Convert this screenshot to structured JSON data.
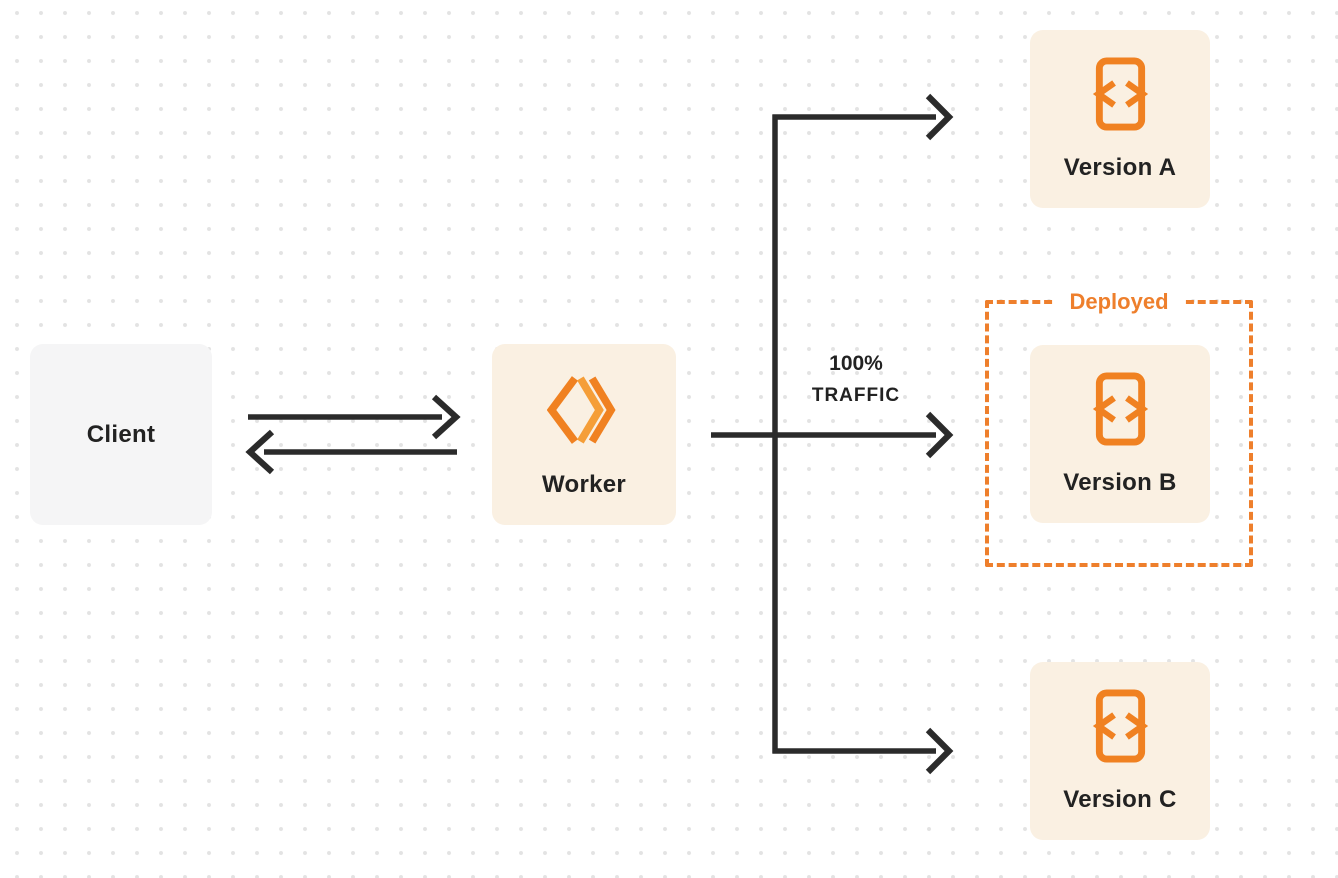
{
  "colors": {
    "background": "#ffffff",
    "grid_dot": "#e3e3e3",
    "connector": "#2b2b2b",
    "text": "#222222",
    "accent_orange": "#f08121",
    "accent_orange_light": "#f59e38",
    "deployed_orange": "#ee7f2c",
    "node_cream": "#faf0e2",
    "node_gray": "#f5f5f6"
  },
  "nodes": {
    "client": {
      "label": "Client"
    },
    "worker": {
      "label": "Worker",
      "icon": "cloudflare-workers-icon"
    },
    "version_a": {
      "label": "Version A",
      "icon": "code-file-icon"
    },
    "version_b": {
      "label": "Version B",
      "icon": "code-file-icon"
    },
    "version_c": {
      "label": "Version C",
      "icon": "code-file-icon"
    }
  },
  "groups": {
    "deployed": {
      "label": "Deployed",
      "contains": "version_b"
    }
  },
  "edges": {
    "client_to_worker": {
      "from": "client",
      "to": "worker"
    },
    "worker_to_client": {
      "from": "worker",
      "to": "client"
    },
    "worker_to_version_a": {
      "from": "worker",
      "to": "version_a"
    },
    "worker_to_version_b": {
      "from": "worker",
      "to": "version_b",
      "label_line1": "100%",
      "label_line2": "TRAFFIC"
    },
    "worker_to_version_c": {
      "from": "worker",
      "to": "version_c"
    }
  }
}
